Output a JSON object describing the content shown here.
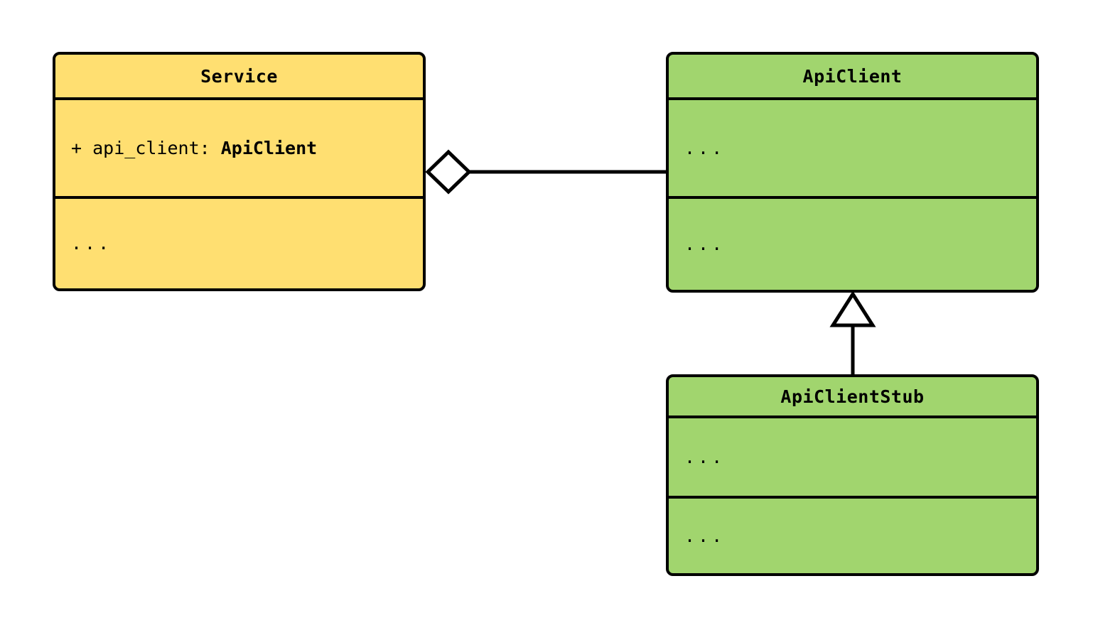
{
  "diagram": {
    "type": "uml-class-diagram",
    "background": "#ffffff",
    "line_color": "#000000",
    "colors": {
      "service_fill": "#ffdf71",
      "api_client_fill": "#a1d56e",
      "api_client_stub_fill": "#a1d56e",
      "stroke": "#000000"
    },
    "classes": [
      {
        "id": "service",
        "name": "Service",
        "fill": "#ffdf71",
        "attributes": [
          {
            "visibility": "+",
            "name": "api_client",
            "separator": ": ",
            "type": "ApiClient",
            "text": "+ api_client: ApiClient"
          }
        ],
        "methods": [
          {
            "text": "..."
          }
        ]
      },
      {
        "id": "api-client",
        "name": "ApiClient",
        "fill": "#a1d56e",
        "attributes": [
          {
            "text": "..."
          }
        ],
        "methods": [
          {
            "text": "..."
          }
        ]
      },
      {
        "id": "api-client-stub",
        "name": "ApiClientStub",
        "fill": "#a1d56e",
        "attributes": [
          {
            "text": "..."
          }
        ],
        "methods": [
          {
            "text": "..."
          }
        ]
      }
    ],
    "relationships": [
      {
        "id": "service-aggregates-api-client",
        "kind": "aggregation",
        "marker": "hollow-diamond",
        "source": "Service",
        "target": "ApiClient",
        "label": ""
      },
      {
        "id": "api-client-stub-inherits-api-client",
        "kind": "generalization",
        "marker": "hollow-triangle",
        "source": "ApiClientStub",
        "target": "ApiClient",
        "label": ""
      }
    ]
  }
}
